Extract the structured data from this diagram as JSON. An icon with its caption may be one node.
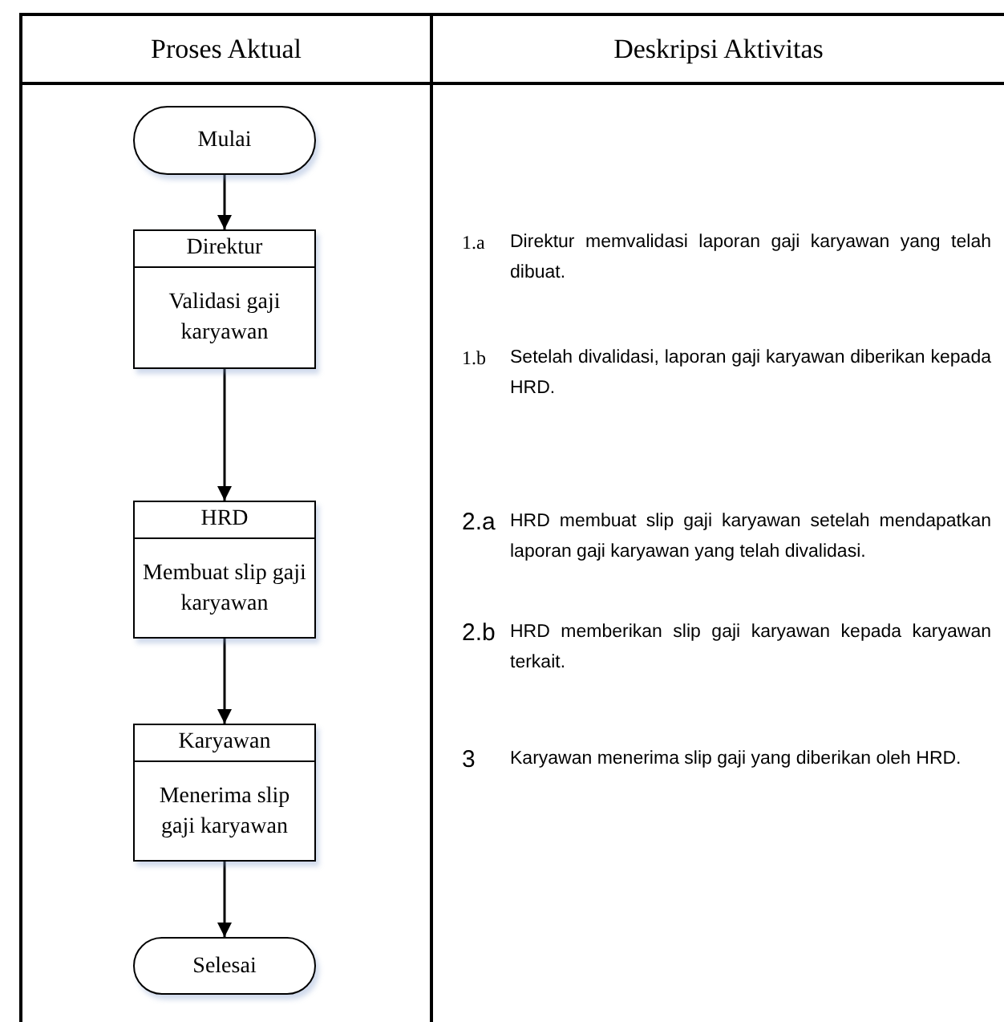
{
  "diagram": {
    "nodes": [
      {
        "text": [
          "Mulai"
        ]
      },
      {
        "text": [
          "Direktur",
          "Validasi gaji karyawan"
        ]
      },
      {
        "text": [
          "HRD",
          "Membuat slip gaji karyawan"
        ]
      },
      {
        "text": [
          "Karyawan",
          "Menerima slip gaji karyawan"
        ]
      },
      {
        "text": [
          "Selesai"
        ]
      }
    ],
    "edges": [
      {
        "from": 0,
        "to": 1,
        "arrow": "to"
      },
      {
        "from": 1,
        "to": 2,
        "arrow": "to"
      },
      {
        "from": 2,
        "to": 3,
        "arrow": "to"
      },
      {
        "from": 3,
        "to": 4,
        "arrow": "to"
      }
    ],
    "labels": [
      "Proses Aktual",
      "Deskripsi Aktivitas",
      "1.a",
      "Direktur memvalidasi laporan gaji karyawan yang telah dibuat.",
      "1.b",
      "Setelah divalidasi, laporan gaji karyawan diberikan kepada HRD.",
      "2.a",
      "HRD membuat slip gaji karyawan setelah mendapatkan laporan gaji karyawan yang telah divalidasi.",
      "2.b",
      "HRD memberikan slip gaji karyawan kepada karyawan terkait.",
      "3",
      "Karyawan menerima slip gaji yang diberikan oleh HRD."
    ]
  }
}
